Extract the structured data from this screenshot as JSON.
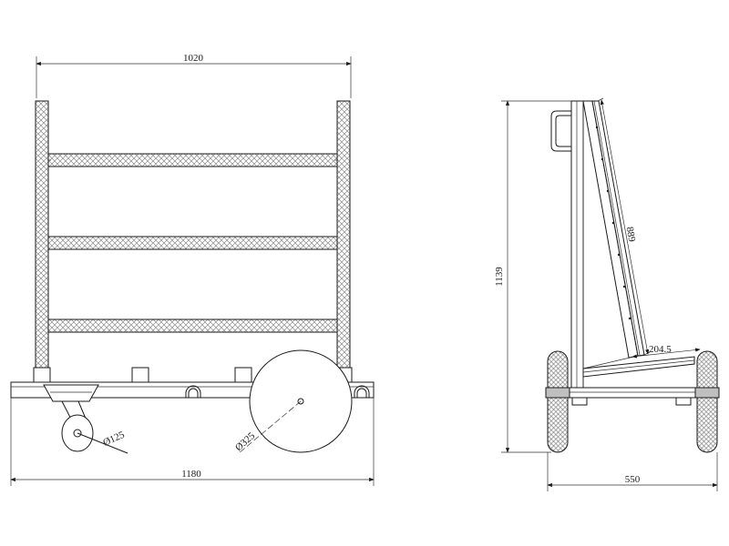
{
  "dimensions": {
    "front_width": "1020",
    "total_length": "1180",
    "caster_diameter": "Ø125",
    "wheel_diameter": "Ø325",
    "height": "1139",
    "side_width": "550",
    "slope_length": "889",
    "ledge_depth": "204.5"
  },
  "colors": {
    "line": "#1a1a1a",
    "pattern": "#9a9a9a",
    "background": "#ffffff"
  }
}
